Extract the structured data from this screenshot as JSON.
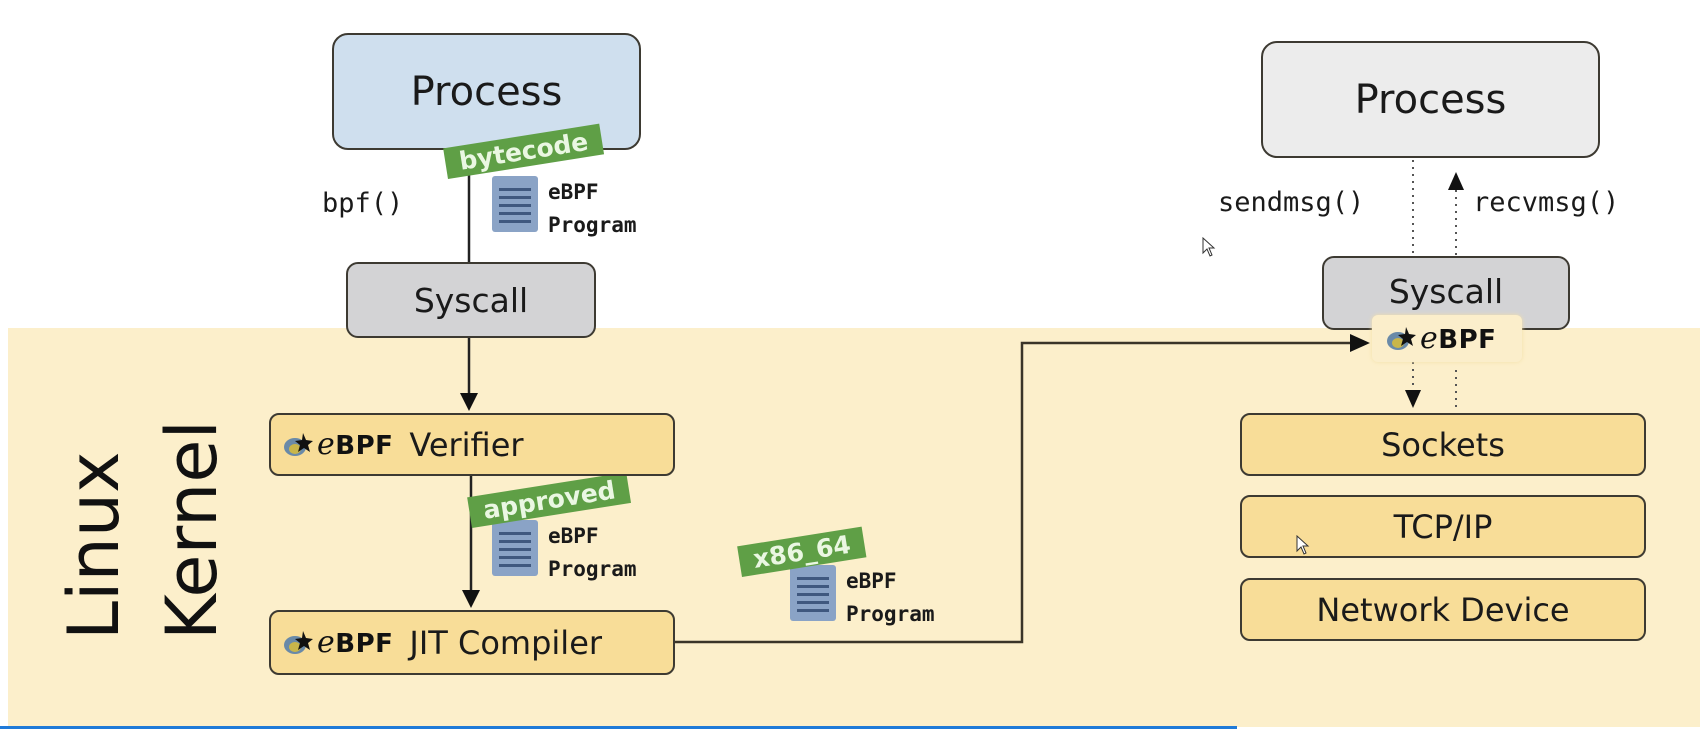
{
  "user_space": {
    "left_process": "Process",
    "right_process": "Process",
    "bpf_call": "bpf()",
    "sendmsg_call": "sendmsg()",
    "recvmsg_call": "recvmsg()",
    "left_syscall": "Syscall",
    "right_syscall": "Syscall"
  },
  "kernel": {
    "label_line1": "Linux",
    "label_line2": "Kernel",
    "verifier": "Verifier",
    "jit_compiler": "JIT Compiler",
    "stack": [
      "Sockets",
      "TCP/IP",
      "Network Device"
    ]
  },
  "logo": {
    "prefix": "e",
    "text": "BPF"
  },
  "programs": [
    {
      "tag": "bytecode",
      "line1": "eBPF",
      "line2": "Program"
    },
    {
      "tag": "approved",
      "line1": "eBPF",
      "line2": "Program"
    },
    {
      "tag": "x86_64",
      "line1": "eBPF",
      "line2": "Program"
    }
  ],
  "colors": {
    "kernel_bg": "#fcefcb",
    "tag_green": "#5f9f46",
    "process_blue": "#cfdfee",
    "kernel_box": "#f8dd98"
  }
}
